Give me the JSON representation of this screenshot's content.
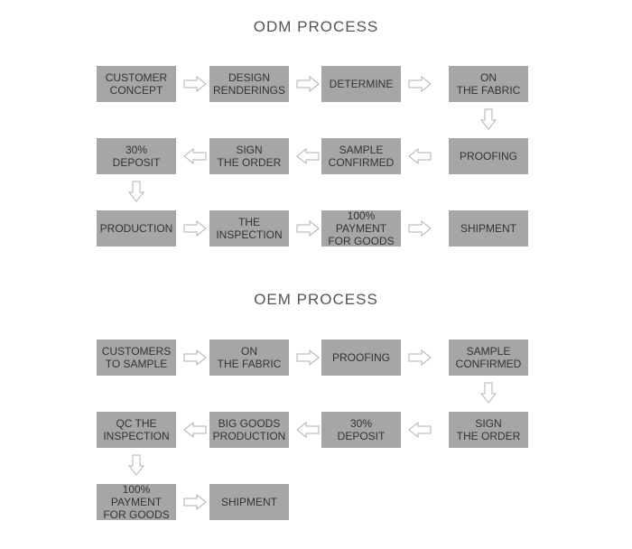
{
  "processes": [
    {
      "title": "ODM PROCESS",
      "steps": [
        "CUSTOMER\nCONCEPT",
        "DESIGN\nRENDERINGS",
        "DETERMINE",
        "ON\nTHE FABRIC",
        "PROOFING",
        "SAMPLE\nCONFIRMED",
        "SIGN\nTHE ORDER",
        "30%\nDEPOSIT",
        "PRODUCTION",
        "THE\nINSPECTION",
        "100%\nPAYMENT\nFOR GOODS",
        "SHIPMENT"
      ]
    },
    {
      "title": "OEM PROCESS",
      "steps": [
        "CUSTOMERS\nTO SAMPLE",
        "ON\nTHE FABRIC",
        "PROOFING",
        "SAMPLE\nCONFIRMED",
        "SIGN\nTHE ORDER",
        "30%\nDEPOSIT",
        "BIG GOODS\nPRODUCTION",
        "QC THE\nINSPECTION",
        "100%\nPAYMENT\nFOR GOODS",
        "SHIPMENT"
      ]
    }
  ],
  "colors": {
    "box": "#a6a6a6",
    "text": "#333333",
    "arrow": "#b0b0b0"
  }
}
